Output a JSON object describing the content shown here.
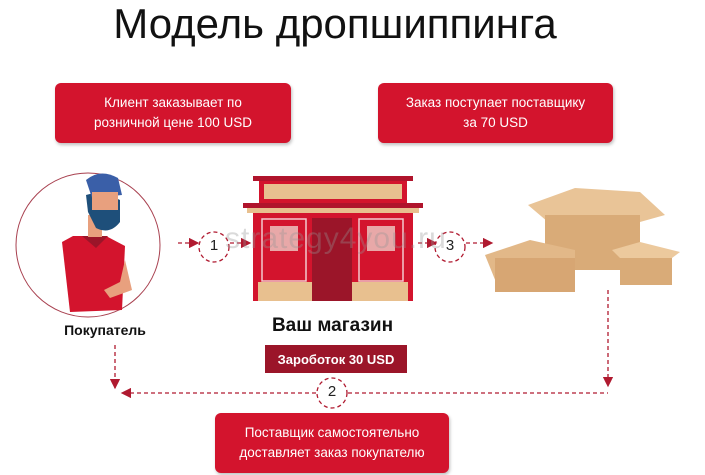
{
  "title": "Модель дропшиппинга",
  "step_boxes": {
    "client": "Клиент заказывает по розничной цене 100 USD",
    "supplier": "Заказ поступает поставщику за 70 USD",
    "delivery": "Поставщик самостоятельно доставляет заказ покупателю"
  },
  "labels": {
    "buyer": "Покупатель",
    "shop": "Ваш магазин",
    "earnings": "Зароботок 30 USD"
  },
  "steps": [
    "1",
    "2",
    "3"
  ],
  "watermark": "strategy4you.ru",
  "colors": {
    "accent": "#d3142d",
    "dark": "#9b1529",
    "box": "#e2bc8e"
  }
}
